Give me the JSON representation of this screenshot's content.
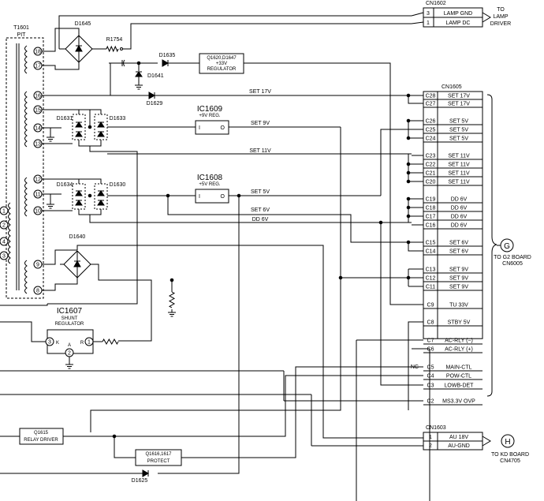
{
  "transformer": {
    "ref": "T1601",
    "name": "PIT",
    "pins_sec": [
      "18",
      "17",
      "16",
      "15",
      "14",
      "13",
      "12",
      "11",
      "10",
      "9",
      "8"
    ],
    "pins_pri": [
      "1",
      "2",
      "4",
      "3"
    ]
  },
  "connectors": {
    "cn1602": {
      "ref": "CN1602",
      "dest": [
        "TO",
        "LAMP",
        "DRIVER"
      ],
      "pins": [
        {
          "pin": "3",
          "label": "LAMP GND"
        },
        {
          "pin": "1",
          "label": "LAMP DC"
        }
      ]
    },
    "cn1605": {
      "ref": "CN1605",
      "dest_letter": "G",
      "dest": [
        "TO G2 BOARD",
        "CN6005"
      ],
      "nc_label": "NC",
      "pins": [
        {
          "pin": "C28",
          "label": "SET 17V"
        },
        {
          "pin": "C27",
          "label": "SET 17V"
        },
        {
          "pin": "C26",
          "label": "SET 5V"
        },
        {
          "pin": "C25",
          "label": "SET 5V"
        },
        {
          "pin": "C24",
          "label": "SET 5V"
        },
        {
          "pin": "C23",
          "label": "SET 11V"
        },
        {
          "pin": "C22",
          "label": "SET 11V"
        },
        {
          "pin": "C21",
          "label": "SET 11V"
        },
        {
          "pin": "C20",
          "label": "SET 11V"
        },
        {
          "pin": "C19",
          "label": "DD 6V"
        },
        {
          "pin": "C18",
          "label": "DD 6V"
        },
        {
          "pin": "C17",
          "label": "DD 6V"
        },
        {
          "pin": "C16",
          "label": "DD 6V"
        },
        {
          "pin": "C15",
          "label": "SET 6V"
        },
        {
          "pin": "C14",
          "label": "SET 6V"
        },
        {
          "pin": "C13",
          "label": "SET 9V"
        },
        {
          "pin": "C12",
          "label": "SET 9V"
        },
        {
          "pin": "C11",
          "label": "SET 9V"
        },
        {
          "pin": "C9",
          "label": "TU 33V"
        },
        {
          "pin": "C8",
          "label": "STBY 5V"
        },
        {
          "pin": "C7",
          "label": "AC-RLY (−)"
        },
        {
          "pin": "C6",
          "label": "AC-RLY (+)"
        },
        {
          "pin": "C5",
          "label": "MAIN-CTL"
        },
        {
          "pin": "C4",
          "label": "POW-CTL"
        },
        {
          "pin": "C3",
          "label": "LOWB-DET"
        },
        {
          "pin": "C2",
          "label": "MS3.3V  OVP"
        }
      ]
    },
    "cn1603": {
      "ref": "CN1603",
      "dest_letter": "H",
      "dest": [
        "TO KD BOARD",
        "CN4705"
      ],
      "pins": [
        {
          "pin": "1",
          "label": "AU  18V"
        },
        {
          "pin": "2",
          "label": "AU-GND"
        }
      ]
    }
  },
  "components": {
    "d1645": "D1645",
    "r1754": "R1754",
    "d1635": "D1635",
    "d1641": "D1641",
    "d1629": "D1629",
    "reg33": [
      "Q1620,D1647",
      "+33V",
      "REGULATOR"
    ],
    "d1631": "D1631",
    "d1633": "D1633",
    "d1634": "D1634",
    "d1630": "D1630",
    "d1640": "D1640",
    "ic1609": {
      "ref": "IC1609",
      "desc": "+9V REG.",
      "in": "I",
      "out": "O"
    },
    "ic1608": {
      "ref": "IC1608",
      "desc": "+5V REG.",
      "in": "I",
      "out": "O"
    },
    "ic1607": {
      "ref": "IC1607",
      "desc": [
        "SHUNT",
        "REGULATOR"
      ],
      "pins": [
        "3",
        "2",
        "1"
      ],
      "pin_labels": [
        "K",
        "A",
        "R"
      ]
    },
    "q1615": [
      "Q1615",
      "RELAY DRIVER"
    ],
    "q1616": [
      "Q1616,1617",
      "PROTECT"
    ],
    "d1625": "D1625"
  },
  "nets": {
    "set17": "SET 17V",
    "set9": "SET 9V",
    "set11": "SET 11V",
    "set5": "SET 5V",
    "set6": "SET 6V",
    "dd6": "DD 6V"
  }
}
